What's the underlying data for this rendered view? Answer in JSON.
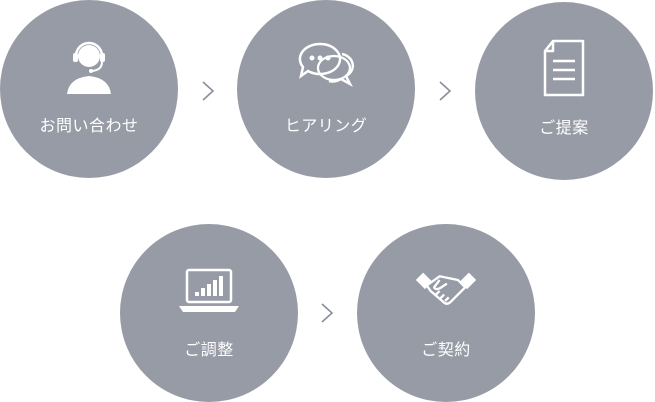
{
  "steps": [
    {
      "label": "お問い合わせ",
      "icon": "headset-operator-icon"
    },
    {
      "label": "ヒアリング",
      "icon": "chat-bubbles-icon"
    },
    {
      "label": "ご提案",
      "icon": "document-icon"
    },
    {
      "label": "ご調整",
      "icon": "laptop-chart-icon"
    },
    {
      "label": "ご契約",
      "icon": "handshake-icon"
    }
  ],
  "colors": {
    "circle": "#979ba6",
    "text": "#ffffff",
    "arrow": "#8a8e99"
  }
}
